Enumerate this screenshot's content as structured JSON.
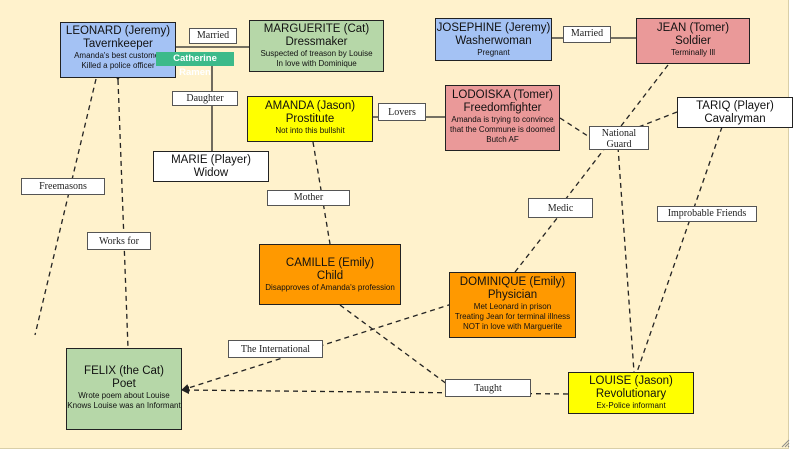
{
  "nodes": {
    "leonard": {
      "name": "LEONARD (Jeremy)",
      "role": "Tavernkeeper",
      "desc": [
        "Amanda's best customer",
        "Killed a police officer"
      ]
    },
    "marguerite": {
      "name": "MARGUERITE (Cat)",
      "role": "Dressmaker",
      "desc": [
        "Suspected of treason by Louise",
        "In love with Dominique"
      ]
    },
    "josephine": {
      "name": "JOSEPHINE (Jeremy)",
      "role": "Washerwoman",
      "desc": [
        "Pregnant"
      ]
    },
    "jean": {
      "name": "JEAN (Tomer)",
      "role": "Soldier",
      "desc": [
        "Terminally Ill"
      ]
    },
    "amanda": {
      "name": "AMANDA (Jason)",
      "role": "Prostitute",
      "desc": [
        "Not into this bullshit"
      ]
    },
    "lodoiska": {
      "name": "LODOISKA (Tomer)",
      "role": "Freedomfighter",
      "desc": [
        "Amanda is trying to convince",
        "that the Commune is doomed",
        "Butch AF"
      ]
    },
    "tariq": {
      "name": "TARIQ (Player)",
      "role": "Cavalryman",
      "desc": []
    },
    "marie": {
      "name": "MARIE (Player)",
      "role": "Widow",
      "desc": []
    },
    "camille": {
      "name": "CAMILLE (Emily)",
      "role": "Child",
      "desc": [
        "Disapproves of Amanda's profession"
      ]
    },
    "dominique": {
      "name": "DOMINIQUE (Emily)",
      "role": "Physician",
      "desc": [
        "Met Leonard in prison",
        "Treating Jean for terminal illness",
        "NOT in love with Marguerite"
      ]
    },
    "felix": {
      "name": "FELIX (the Cat)",
      "role": "Poet",
      "desc": [
        "Wrote poem about Louise",
        "Knows Louise was an Informant"
      ]
    },
    "louise": {
      "name": "LOUISE (Jason)",
      "role": "Revolutionary",
      "desc": [
        "Ex-Police informant"
      ]
    }
  },
  "labels": {
    "married_left": "Married",
    "married_right": "Married",
    "daughter": "Daughter",
    "lovers": "Lovers",
    "national_guard": [
      "National",
      "Guard"
    ],
    "mother": "Mother",
    "freemasons": "Freemasons",
    "medic": "Medic",
    "improbable_friends": "Improbable Friends",
    "works_for": "Works for",
    "the_international": "The International",
    "taught": "Taught"
  },
  "collaborator_cursor": "Catherine Ramen",
  "colors": {
    "canvas": "#fff2cc",
    "blue": "#a4c2f4",
    "green": "#b6d7a8",
    "yellow": "#ffff00",
    "red": "#ea9999",
    "orange": "#ff9900",
    "cursor_tag": "#3cba8a"
  }
}
